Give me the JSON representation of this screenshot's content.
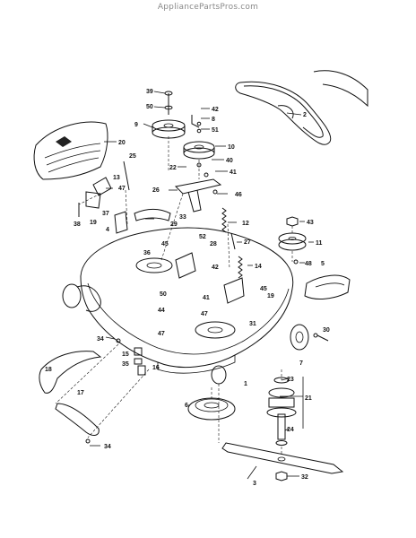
{
  "watermark": "AppliancePartsPros.com",
  "callouts": [
    {
      "text": "39"
    },
    {
      "text": "50"
    },
    {
      "text": "9"
    },
    {
      "text": "42"
    },
    {
      "text": "8"
    },
    {
      "text": "51"
    },
    {
      "text": "2"
    },
    {
      "text": "20"
    },
    {
      "text": "10"
    },
    {
      "text": "40"
    },
    {
      "text": "22"
    },
    {
      "text": "41"
    },
    {
      "text": "25"
    },
    {
      "text": "13"
    },
    {
      "text": "47"
    },
    {
      "text": "26"
    },
    {
      "text": "46"
    },
    {
      "text": "37"
    },
    {
      "text": "33"
    },
    {
      "text": "29"
    },
    {
      "text": "38"
    },
    {
      "text": "19"
    },
    {
      "text": "4"
    },
    {
      "text": "12"
    },
    {
      "text": "43"
    },
    {
      "text": "52"
    },
    {
      "text": "28"
    },
    {
      "text": "27"
    },
    {
      "text": "45"
    },
    {
      "text": "11"
    },
    {
      "text": "36"
    },
    {
      "text": "48"
    },
    {
      "text": "42"
    },
    {
      "text": "14"
    },
    {
      "text": "5"
    },
    {
      "text": "50"
    },
    {
      "text": "41"
    },
    {
      "text": "45"
    },
    {
      "text": "19"
    },
    {
      "text": "44"
    },
    {
      "text": "47"
    },
    {
      "text": "31"
    },
    {
      "text": "34"
    },
    {
      "text": "47"
    },
    {
      "text": "30"
    },
    {
      "text": "15"
    },
    {
      "text": "7"
    },
    {
      "text": "18"
    },
    {
      "text": "35"
    },
    {
      "text": "16"
    },
    {
      "text": "1"
    },
    {
      "text": "23"
    },
    {
      "text": "21"
    },
    {
      "text": "17"
    },
    {
      "text": "6"
    },
    {
      "text": "24"
    },
    {
      "text": "34"
    },
    {
      "text": "3"
    },
    {
      "text": "32"
    }
  ]
}
